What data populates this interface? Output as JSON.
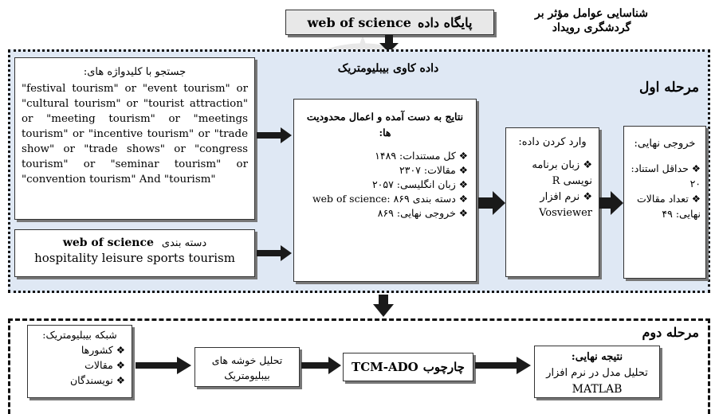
{
  "colors": {
    "stage_bg": "#dfe8f4",
    "box_border": "#333333",
    "arrow": "#1a1a1a"
  },
  "header": {
    "title_line1": "شناسایی عوامل مؤثر بر",
    "title_line2": "گردشگری رویداد",
    "database_label": "پایگاه داده",
    "database_name": "web of science"
  },
  "stage1": {
    "label": "مرحله اول",
    "mining_label": "داده کاوی بیبلیومتریک",
    "keywords_box": {
      "title": "جستجو با کلیدواژه های:",
      "text": "\"festival tourism\" or \"event tourism\" or \"cultural tourism\" or \"tourist attraction\" or \"meeting tourism\" or \"meetings tourism\" or \"incentive tourism\" or \"trade show\" or \"trade shows\" or \"congress tourism\" or \"seminar tourism\" or \"convention tourism\" And \"tourism\""
    },
    "category_box": {
      "title_fa": "دسته بندی",
      "title_en": "web of science",
      "text": "hospitality leisure sports tourism"
    },
    "results_box": {
      "title": "نتایج به دست آمده و اعمال محدودیت ها:",
      "items": [
        "کل مستندات: ۱۴۸۹",
        "مقالات: ۲۳۰۷",
        "زبان انگلیسی: ۲۰۵۷",
        "دسته بندی web of science: ۸۶۹",
        "خروجی نهایی: ۸۶۹"
      ]
    },
    "input_box": {
      "title": "وارد کردن داده:",
      "items": [
        "زبان برنامه نویسی R",
        "نرم افزار Vosviewer"
      ]
    },
    "output_box": {
      "title": "خروجی نهایی:",
      "items": [
        "حداقل استناد: ۲۰",
        "تعداد مقالات نهایی: ۴۹"
      ]
    }
  },
  "stage2": {
    "label": "مرحله دوم",
    "network_box": {
      "title": "شبکه بیبلیومتریک:",
      "items": [
        "کشورها",
        "مقالات",
        "نویسندگان"
      ]
    },
    "cluster_box": {
      "text": "تحلیل خوشه های بیبلیومتریک"
    },
    "framework_box": {
      "label_fa": "چارچوب",
      "label_en": "TCM-ADO"
    },
    "final_box": {
      "title": "نتیجه نهایی:",
      "line1": "تحلیل مدل در نرم افزار",
      "line2": "MATLAB"
    }
  }
}
